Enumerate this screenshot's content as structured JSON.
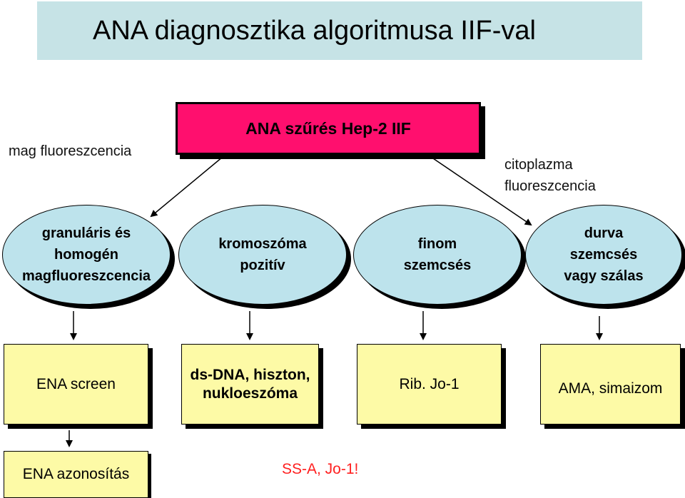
{
  "title": "ANA diagnosztika algoritmusa IIF-val",
  "root": "ANA szűrés Hep-2 IIF",
  "left_branch_label": "mag fluoreszcencia",
  "right_branch_label": "citoplazma\nfluoreszcencia",
  "patterns": [
    "granuláris és\nhomogén\nmagfluoreszcencia",
    "kromoszóma\npozitív",
    "finom\nszemcsés",
    "durva\nszemcsés\nvagy  szálas"
  ],
  "tests": [
    "ENA screen",
    "ds-DNA, hiszton,\nnukloeszóma",
    "Rib. Jo-1",
    "AMA, simaizom"
  ],
  "followup": "ENA azonosítás",
  "note": "SS-A, Jo-1!",
  "colors": {
    "title_bg": "#c6e3e6",
    "root_bg": "#ff0f6e",
    "ellipse_bg": "#bde3ec",
    "box_bg": "#fdfaa6",
    "note": "#ff2020"
  }
}
